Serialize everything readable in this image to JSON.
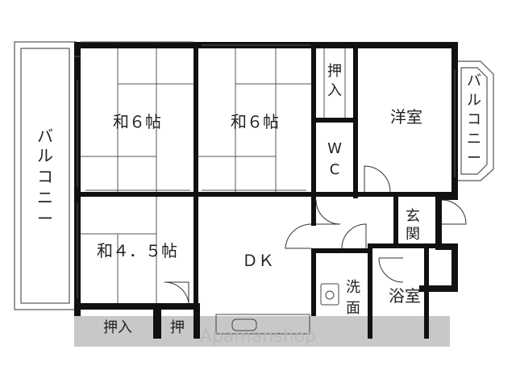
{
  "rooms": {
    "washitsu_6_a": "和６帖",
    "washitsu_6_b": "和６帖",
    "washitsu_45": "和４．５帖",
    "youshitsu": "洋室",
    "dk": "ＤＫ",
    "oshiire_top": [
      "押",
      "入"
    ],
    "wc": [
      "W",
      "C"
    ],
    "genkan": [
      "玄",
      "関"
    ],
    "senmen": [
      "洗",
      "面"
    ],
    "yokushitsu": "浴室",
    "oshiire_bottom": "押入",
    "oshi_bottom": "押"
  },
  "balcony_left": [
    "バ",
    "ル",
    "コ",
    "ニ",
    "ー"
  ],
  "balcony_right": [
    "バ",
    "ル",
    "コ",
    "ニ",
    "ー"
  ],
  "watermark": "Apamanshop",
  "colors": {
    "wall": "#111111",
    "line": "#444444",
    "grey_band": "#c8c8c8"
  }
}
